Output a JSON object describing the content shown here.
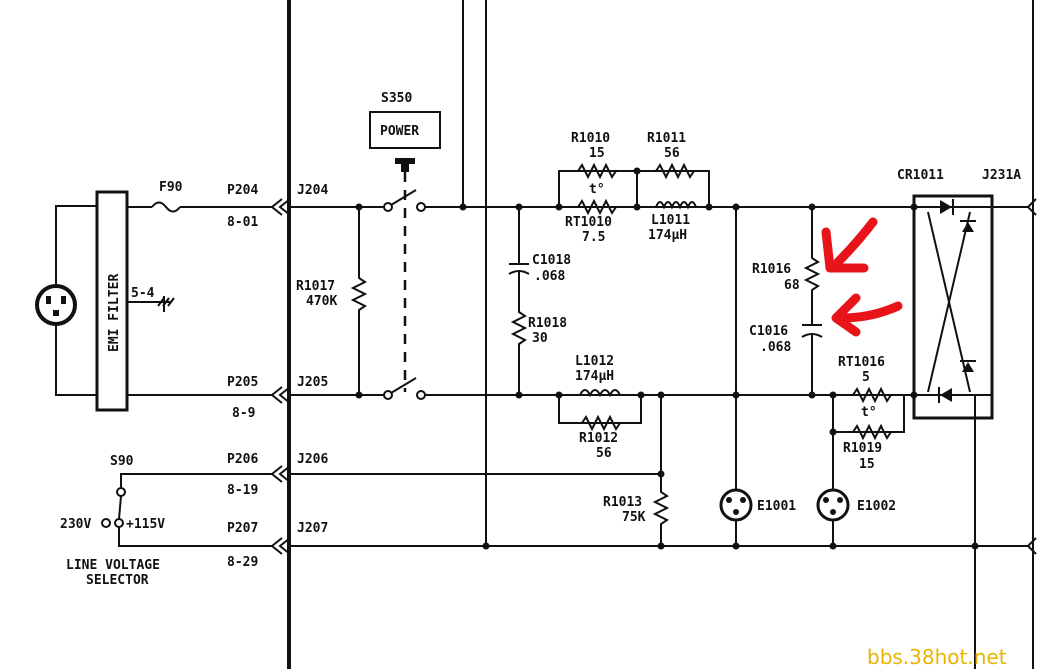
{
  "labels": {
    "s350": "S350",
    "power": "POWER",
    "f90": "F90",
    "p204": "P204",
    "j204": "J204",
    "pin_801": "8-01",
    "p205": "P205",
    "j205": "J205",
    "pin_89": "8-9",
    "p206": "P206",
    "j206": "J206",
    "pin_819": "8-19",
    "p207": "P207",
    "j207": "J207",
    "pin_829": "8-29",
    "s90": "S90",
    "v230": "230V",
    "v115": "+115V",
    "line_voltage": "LINE VOLTAGE",
    "selector": "SELECTOR",
    "emi_filter": "EMI FILTER",
    "pin_54": "5-4",
    "r1017": "R1017",
    "r1017_val": "470K",
    "r1010": "R1010",
    "r1010_val": "15",
    "r1011": "R1011",
    "r1011_val": "56",
    "t_deg_1": "t°",
    "rt1010": "RT1010",
    "rt1010_val": "7.5",
    "l1011": "L1011",
    "l1011_val": "174μH",
    "c1018": "C1018",
    "c1018_val": ".068",
    "r1018": "R1018",
    "r1018_val": "30",
    "l1012": "L1012",
    "l1012_val": "174μH",
    "r1012": "R1012",
    "r1012_val": "56",
    "r1013": "R1013",
    "r1013_val": "75K",
    "r1016": "R1016",
    "r1016_val": "68",
    "c1016": "C1016",
    "c1016_val": ".068",
    "rt1016": "RT1016",
    "rt1016_val": "5",
    "t_deg_2": "t°",
    "r1019": "R1019",
    "r1019_val": "15",
    "e1001": "E1001",
    "e1002": "E1002",
    "cr1011": "CR1011",
    "j231a": "J231A",
    "watermark": "bbs.38hot.net"
  },
  "colors": {
    "ink": "#111111",
    "annotation_arrow": "#e8141a",
    "watermark": "#e8b400"
  }
}
